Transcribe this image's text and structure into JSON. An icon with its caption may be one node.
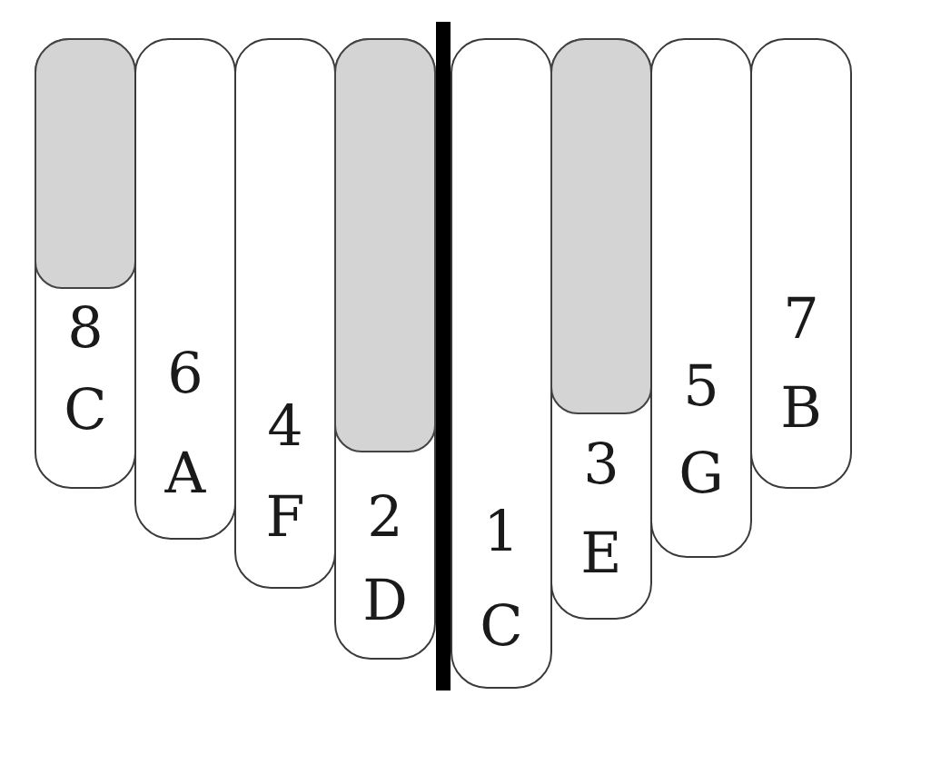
{
  "diagram": {
    "nodes": [
      {
        "text": [
          "8",
          "C"
        ]
      },
      {
        "text": [],
        "shape": "box",
        "in": 0
      },
      {
        "text": [
          "6",
          "A"
        ]
      },
      {
        "text": [
          "4",
          "F"
        ]
      },
      {
        "text": [
          "2",
          "D"
        ]
      },
      {
        "text": [],
        "shape": "box",
        "in": 4
      },
      {
        "text": [
          "1",
          "C"
        ]
      },
      {
        "text": [
          "3",
          "E"
        ]
      },
      {
        "text": [],
        "shape": "box",
        "in": 7
      },
      {
        "text": [
          "5",
          "G"
        ]
      },
      {
        "text": [
          "7",
          "B"
        ]
      }
    ]
  }
}
